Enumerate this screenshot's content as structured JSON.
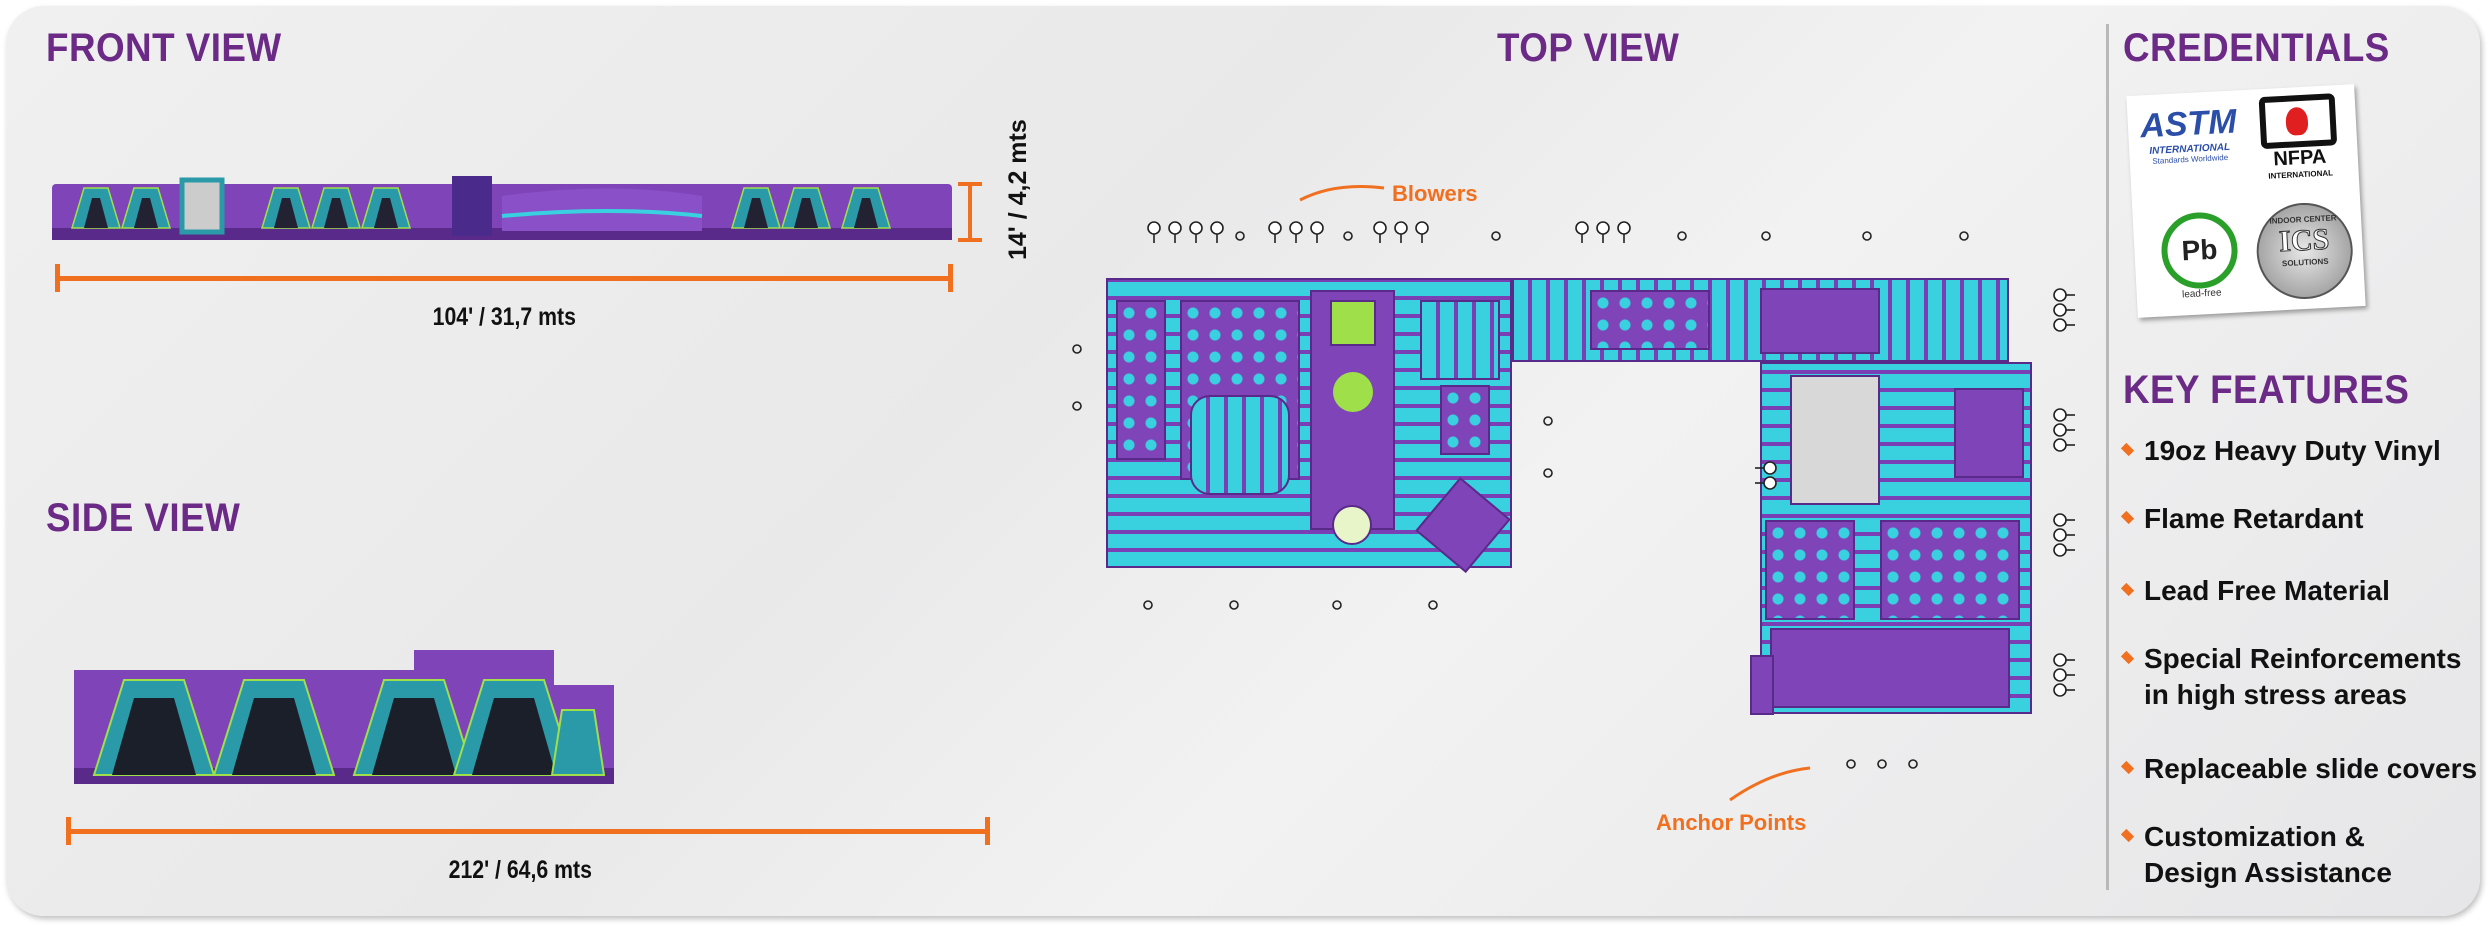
{
  "front_view": {
    "title": "FRONT VIEW",
    "width_label": "104' / 31,7 mts",
    "height_label": "14' / 4,2 mts"
  },
  "side_view": {
    "title": "SIDE VIEW",
    "width_label": "212' / 64,6 mts"
  },
  "top_view": {
    "title": "TOP VIEW",
    "blowers_label": "Blowers",
    "anchor_label": "Anchor Points"
  },
  "credentials": {
    "title": "CREDENTIALS",
    "logos": {
      "astm": {
        "mark": "ASTM",
        "line1": "INTERNATIONAL",
        "line2": "Standards Worldwide"
      },
      "nfpa": {
        "mark": "NFPA",
        "line1": "INTERNATIONAL"
      },
      "leadfree": {
        "mark": "Pb",
        "line1": "lead-free"
      },
      "ics": {
        "mark": "ICS",
        "line1": "INDOOR CENTER",
        "line2": "SOLUTIONS"
      }
    }
  },
  "key_features": {
    "title": "KEY FEATURES",
    "items": [
      [
        "19oz Heavy Duty Vinyl"
      ],
      [
        "Flame Retardant"
      ],
      [
        "Lead Free Material"
      ],
      [
        "Special Reinforcements",
        "in high stress areas"
      ],
      [
        "Replaceable slide covers"
      ],
      [
        "Customization &",
        "Design Assistance"
      ]
    ]
  },
  "colors": {
    "purple": "#6b2a86",
    "orange": "#f07020",
    "teal": "#39d0e0",
    "inflatable_purple": "#7e44b8",
    "lime": "#9fe04a"
  }
}
